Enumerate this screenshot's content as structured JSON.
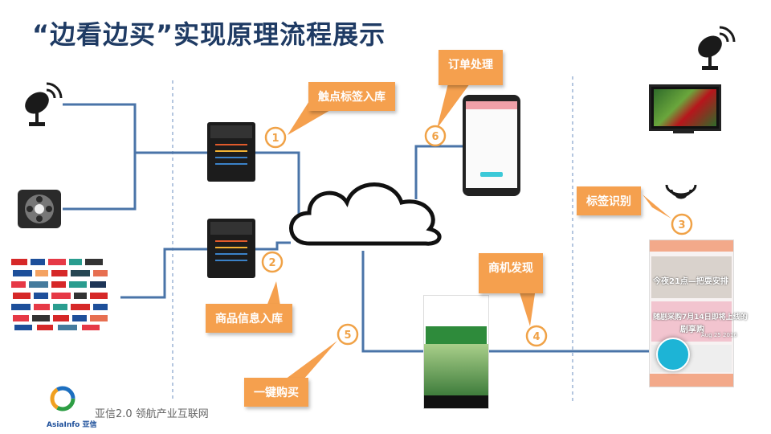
{
  "title": "“边看边买”实现原理流程展示",
  "steps": [
    {
      "number": "1",
      "label": "触点标签入库"
    },
    {
      "number": "2",
      "label": "商品信息入库"
    },
    {
      "number": "3",
      "label": "标签识别"
    },
    {
      "number": "4",
      "label": "商机发现"
    },
    {
      "number": "5",
      "label": "一键购买"
    },
    {
      "number": "6",
      "label": "订单处理"
    }
  ],
  "footer": {
    "slogan": "亚信2.0  领航产业互联网",
    "logo_text": "AsiaInfo 亚信"
  },
  "phone_screen": {
    "line1": "今夜21点—把耍安排",
    "line2": "随剧采购7月14日即将上线的",
    "line3": "剧享购",
    "date": "Aug 25 2016"
  },
  "colors": {
    "accent": "#f5a04e",
    "line": "#4a74a8",
    "circle": "#f0a247",
    "title": "#1f3b64"
  },
  "icons": [
    "satellite-dish-icon",
    "film-reel-icon",
    "brand-logos-image",
    "server-icon",
    "cloud-icon",
    "smartphone-icon",
    "tv-icon",
    "signal-waves-icon",
    "scan-icon",
    "video-player-icon"
  ]
}
